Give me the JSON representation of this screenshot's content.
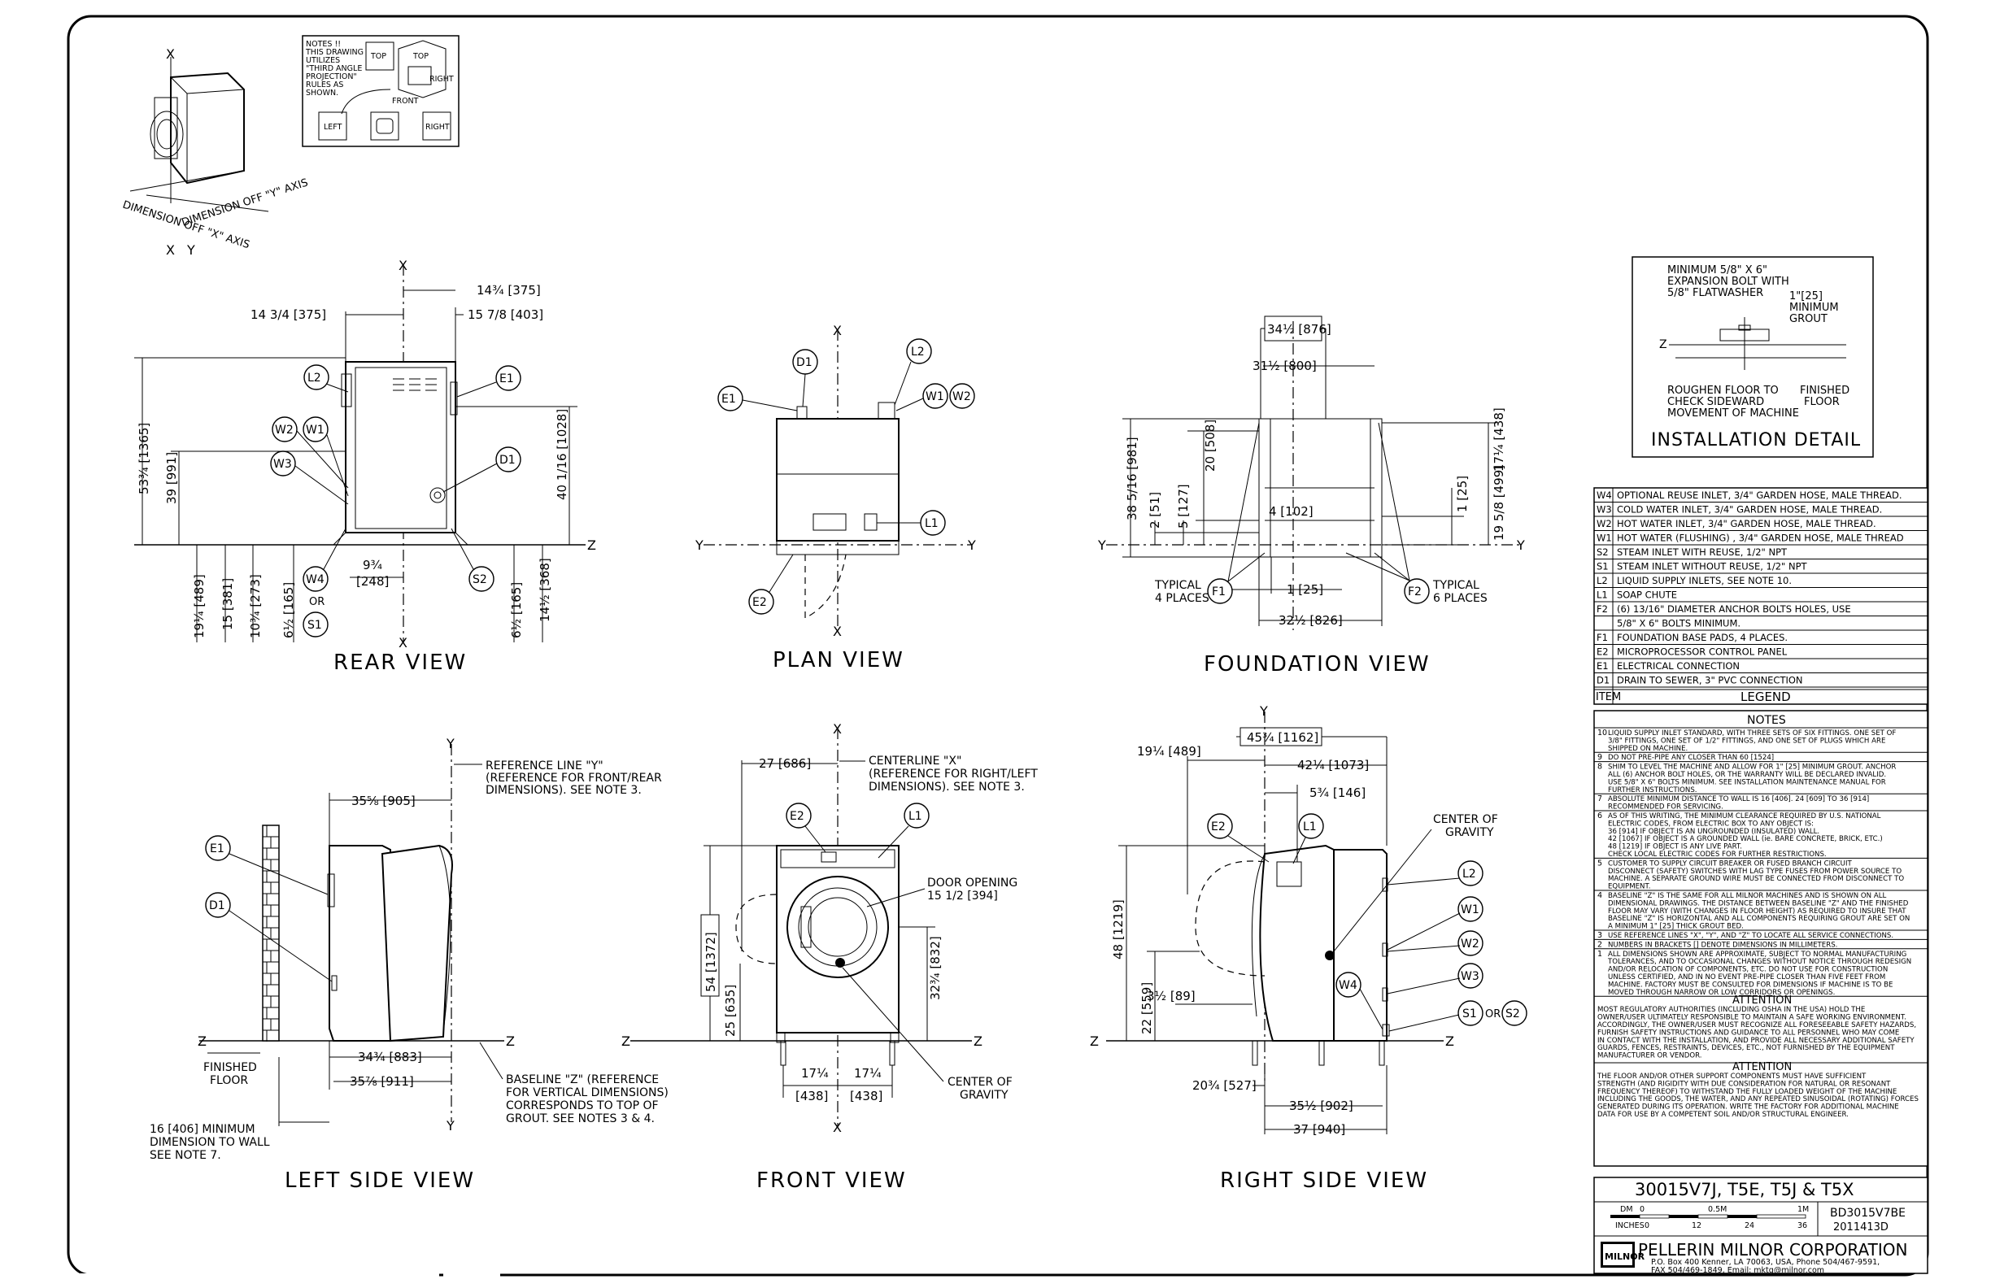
{
  "axes": {
    "x": "X",
    "y": "Y",
    "z": "Z"
  },
  "projection_note": {
    "lines": [
      "NOTES !!",
      "THIS DRAWING",
      "UTILIZES",
      "\"THIRD ANGLE",
      "PROJECTION\"",
      "RULES AS",
      "SHOWN."
    ],
    "labels": {
      "top": "TOP",
      "top2": "TOP",
      "right": "RIGHT",
      "front": "FRONT",
      "left": "LEFT",
      "right2": "RIGHT"
    }
  },
  "iso": {
    "dim_off_x": "DIMENSION OFF \"X\" AXIS",
    "dim_off_y": "DIMENSION OFF \"Y\" AXIS",
    "x": "X",
    "y": "Y"
  },
  "views": {
    "rear": "REAR VIEW",
    "plan": "PLAN VIEW",
    "foundation": "FOUNDATION VIEW",
    "left": "LEFT SIDE VIEW",
    "front": "FRONT VIEW",
    "right": "RIGHT SIDE VIEW"
  },
  "callouts": {
    "W4": "W4",
    "W3": "W3",
    "W2": "W2",
    "W1": "W1",
    "S2": "S2",
    "S1": "S1",
    "L2": "L2",
    "L1": "L1",
    "F2": "F2",
    "F1": "F1",
    "E2": "E2",
    "E1": "E1",
    "D1": "D1",
    "or": "OR"
  },
  "rear_dims": {
    "top_right": "14¾ [375]",
    "top_left": "14 3/4 [375]",
    "top_right2": "15 7/8 [403]",
    "h1": "53¾ [1365]",
    "h2": "39 [991]",
    "h3": "40 1/16 [1028]",
    "b1": "19¼ [489]",
    "b2": "15 [381]",
    "b3": "10¾ [273]",
    "b4": "6½ [165]",
    "b5": "6½ [165]",
    "b6": "14½ [368]",
    "center_a": "9¾",
    "center_b": "[248]"
  },
  "foundation_dims": {
    "top1": "34½ [876]",
    "top2": "31½ [800]",
    "h1": "38 5/16 [981]",
    "h2": "20 [508]",
    "h3": "2 [51]",
    "h4": "5 [127]",
    "h5": "17¼ [438]",
    "h6": "19 5/8 [499]",
    "h7": "1 [25]",
    "mid": "4 [102]",
    "bot1": "1 [25]",
    "bot2": "32½ [826]",
    "typical4": [
      "TYPICAL",
      "4 PLACES"
    ],
    "typical6": [
      "TYPICAL",
      "6 PLACES"
    ]
  },
  "left_dims": {
    "ref_y": [
      "REFERENCE LINE \"Y\"",
      "(REFERENCE FOR FRONT/REAR",
      "DIMENSIONS). SEE NOTE 3."
    ],
    "w1": "35⅝ [905]",
    "finished_floor": [
      "FINISHED",
      "FLOOR"
    ],
    "d1": "34¾ [883]",
    "d2": "35⅞ [911]",
    "baseline": [
      "BASELINE \"Z\" (REFERENCE",
      "FOR VERTICAL DIMENSIONS)",
      "CORRESPONDS TO TOP OF",
      "GROUT. SEE NOTES 3 & 4."
    ],
    "min_wall": [
      "16 [406] MINIMUM",
      "DIMENSION TO WALL",
      "SEE NOTE 7."
    ]
  },
  "front_dims": {
    "d27": "27 [686]",
    "centerline": [
      "CENTERLINE \"X\"",
      "(REFERENCE FOR RIGHT/LEFT",
      "DIMENSIONS). SEE NOTE 3."
    ],
    "door": [
      "DOOR OPENING",
      "15 1/2 [394]"
    ],
    "h54": "54 [1372]",
    "h25": "25 [635]",
    "h32": "32¾ [832]",
    "b1a": "17¼",
    "b1b": "[438]",
    "b2a": "17¼",
    "b2b": "[438]",
    "cog": [
      "CENTER OF",
      "GRAVITY"
    ]
  },
  "right_dims": {
    "w1": "45¾ [1162]",
    "w2": "19¼ [489]",
    "w3": "42¼ [1073]",
    "w4": "5¾ [146]",
    "cog": [
      "CENTER OF",
      "GRAVITY"
    ],
    "h48": "48 [1219]",
    "h22": "22 [559]",
    "h3": "3½ [89]",
    "b1": "20¾ [527]",
    "b2": "35½ [902]",
    "b3": "37 [940]"
  },
  "install": {
    "title": "INSTALLATION DETAIL",
    "bolt": [
      "MINIMUM 5/8\" X 6\"",
      "EXPANSION BOLT WITH",
      "5/8\" FLATWASHER"
    ],
    "grout": [
      "1\"[25]",
      "MINIMUM",
      "GROUT"
    ],
    "roughen": [
      "ROUGHEN FLOOR TO",
      "CHECK SIDEWARD",
      "MOVEMENT OF MACHINE"
    ],
    "finished": [
      "FINISHED",
      "FLOOR"
    ],
    "z": "Z"
  },
  "legend": {
    "title": "LEGEND",
    "item_header": "ITEM",
    "rows": [
      {
        "item": "W4",
        "text": "OPTIONAL REUSE INLET, 3/4\" GARDEN HOSE, MALE THREAD."
      },
      {
        "item": "W3",
        "text": "COLD WATER INLET, 3/4\" GARDEN HOSE, MALE THREAD."
      },
      {
        "item": "W2",
        "text": "HOT WATER INLET, 3/4\" GARDEN HOSE, MALE THREAD."
      },
      {
        "item": "W1",
        "text": "HOT WATER (FLUSHING) , 3/4\" GARDEN HOSE, MALE THREAD"
      },
      {
        "item": "S2",
        "text": "STEAM INLET WITH REUSE, 1/2\" NPT"
      },
      {
        "item": "S1",
        "text": "STEAM INLET WITHOUT REUSE, 1/2\" NPT"
      },
      {
        "item": "L2",
        "text": "LIQUID SUPPLY INLETS, SEE NOTE 10."
      },
      {
        "item": "L1",
        "text": "SOAP CHUTE"
      },
      {
        "item": "F2",
        "text": "(6) 13/16\" DIAMETER ANCHOR BOLTS HOLES, USE"
      },
      {
        "item": "",
        "text": "5/8\" X 6\" BOLTS MINIMUM."
      },
      {
        "item": "F1",
        "text": "FOUNDATION BASE PADS, 4 PLACES."
      },
      {
        "item": "E2",
        "text": "MICROPROCESSOR CONTROL PANEL"
      },
      {
        "item": "E1",
        "text": "ELECTRICAL CONNECTION"
      },
      {
        "item": "D1",
        "text": "DRAIN TO SEWER, 3\" PVC CONNECTION"
      }
    ]
  },
  "notes": {
    "title": "NOTES",
    "items": [
      {
        "n": "10",
        "lines": [
          "LIQUID SUPPLY INLET STANDARD, WITH THREE SETS OF SIX FITTINGS. ONE SET OF",
          "3/8\" FITTINGS, ONE SET OF 1/2\" FITTINGS, AND ONE SET OF PLUGS WHICH ARE",
          "SHIPPED ON MACHINE."
        ]
      },
      {
        "n": "9",
        "lines": [
          "DO NOT PRE-PIPE ANY CLOSER THAN 60 [1524]"
        ]
      },
      {
        "n": "8",
        "lines": [
          "SHIM TO LEVEL THE MACHINE AND ALLOW FOR 1\" [25] MINIMUM GROUT. ANCHOR",
          "ALL (6) ANCHOR BOLT HOLES, OR THE WARRANTY WILL BE DECLARED INVALID.",
          "USE 5/8\" X 6\" BOLTS MINIMUM. SEE INSTALLATION MAINTENANCE MANUAL FOR",
          "FURTHER INSTRUCTIONS."
        ]
      },
      {
        "n": "7",
        "lines": [
          "ABSOLUTE MINIMUM DISTANCE TO WALL IS 16 [406]. 24 [609] TO 36 [914]",
          "RECOMMENDED FOR SERVICING."
        ]
      },
      {
        "n": "6",
        "lines": [
          "AS OF THIS WRITING, THE MINIMUM CLEARANCE REQUIRED BY U.S. NATIONAL",
          "ELECTRIC CODES, FROM ELECTRIC BOX TO ANY OBJECT IS:",
          "36 [914] IF OBJECT IS AN UNGROUNDED (INSULATED) WALL.",
          "42 [1067] IF OBJECT IS A GROUNDED WALL (ie. BARE CONCRETE, BRICK, ETC.)",
          "48 [1219] IF OBJECT IS ANY LIVE PART.",
          "CHECK LOCAL ELECTRIC CODES FOR FURTHER RESTRICTIONS."
        ]
      },
      {
        "n": "5",
        "lines": [
          "CUSTOMER TO SUPPLY CIRCUIT BREAKER OR FUSED BRANCH CIRCUIT",
          "DISCONNECT (SAFETY) SWITCHES WITH LAG TYPE FUSES FROM POWER SOURCE TO",
          "MACHINE. A SEPARATE GROUND WIRE MUST BE CONNECTED FROM DISCONNECT TO",
          "EQUIPMENT."
        ]
      },
      {
        "n": "4",
        "lines": [
          "BASELINE \"Z\" IS THE SAME FOR ALL MILNOR MACHINES AND IS SHOWN ON ALL",
          "DIMENSIONAL DRAWINGS. THE DISTANCE BETWEEN BASELINE \"Z\" AND THE FINISHED",
          "FLOOR MAY VARY (WITH CHANGES IN FLOOR HEIGHT) AS REQUIRED TO INSURE THAT",
          "BASELINE \"Z\" IS HORIZONTAL AND ALL COMPONENTS REQUIRING GROUT ARE SET ON",
          "A MINIMUM 1\" [25] THICK GROUT BED."
        ]
      },
      {
        "n": "3",
        "lines": [
          "USE REFERENCE LINES \"X\", \"Y\", AND \"Z\" TO LOCATE ALL SERVICE CONNECTIONS."
        ]
      },
      {
        "n": "2",
        "lines": [
          "NUMBERS IN BRACKETS [] DENOTE DIMENSIONS IN MILLIMETERS."
        ]
      },
      {
        "n": "1",
        "lines": [
          "ALL DIMENSIONS SHOWN ARE APPROXIMATE, SUBJECT TO NORMAL MANUFACTURING",
          "TOLERANCES, AND TO OCCASIONAL CHANGES WITHOUT NOTICE THROUGH REDESIGN",
          "AND/OR RELOCATION OF COMPONENTS, ETC. DO NOT USE FOR CONSTRUCTION",
          "UNLESS CERTIFIED, AND IN NO EVENT PRE-PIPE CLOSER THAN FIVE FEET FROM",
          "MACHINE. FACTORY MUST BE CONSULTED FOR DIMENSIONS IF MACHINE IS TO BE",
          "MOVED THROUGH NARROW OR LOW CORRIDORS OR OPENINGS."
        ]
      }
    ]
  },
  "attention1": {
    "title": "ATTENTION",
    "lines": [
      "MOST REGULATORY AUTHORITIES (INCLUDING OSHA IN THE USA) HOLD THE",
      "OWNER/USER ULTIMATELY RESPONSIBLE TO MAINTAIN A SAFE WORKING ENVIRONMENT.",
      "ACCORDINGLY, THE OWNER/USER MUST RECOGNIZE ALL FORESEEABLE SAFETY HAZARDS,",
      "FURNISH SAFETY INSTRUCTIONS AND GUIDANCE TO ALL PERSONNEL WHO MAY COME",
      "IN CONTACT WITH THE INSTALLATION, AND PROVIDE ALL NECESSARY ADDITIONAL SAFETY",
      "GUARDS, FENCES, RESTRAINTS, DEVICES, ETC., NOT FURNISHED BY THE EQUIPMENT",
      "MANUFACTURER OR VENDOR."
    ]
  },
  "attention2": {
    "title": "ATTENTION",
    "lines": [
      "THE FLOOR AND/OR OTHER SUPPORT COMPONENTS MUST HAVE SUFFICIENT",
      "STRENGTH (AND RIGIDITY WITH DUE CONSIDERATION FOR NATURAL OR RESONANT",
      "FREQUENCY THEREOF) TO WITHSTAND THE FULLY LOADED WEIGHT OF THE MACHINE",
      "INCLUDING THE GOODS, THE WATER, AND ANY REPEATED SINUSOIDAL (ROTATING) FORCES",
      "GENERATED DURING ITS OPERATION. WRITE THE FACTORY FOR ADDITIONAL MACHINE",
      "DATA FOR USE BY A COMPETENT SOIL AND/OR STRUCTURAL ENGINEER."
    ]
  },
  "title_block": {
    "models": "30015V7J, T5E, T5J & T5X",
    "scale_dm": "DM",
    "scale_0": "0",
    "scale_05": "0.5M",
    "scale_1m": "1M",
    "scale_inches": "INCHES",
    "scale_0b": "0",
    "scale_12": "12",
    "scale_24": "24",
    "scale_36": "36",
    "drawing_no": "BD3015V7BE",
    "date_code": "2011413D",
    "logo": "MILNOR",
    "company": "PELLERIN MILNOR CORPORATION",
    "addr1": "P.O. Box 400 Kenner, LA 70063, USA, Phone 504/467-9591,",
    "addr2": "FAX 504/469-1849, Email: mktg@milnor.com"
  }
}
